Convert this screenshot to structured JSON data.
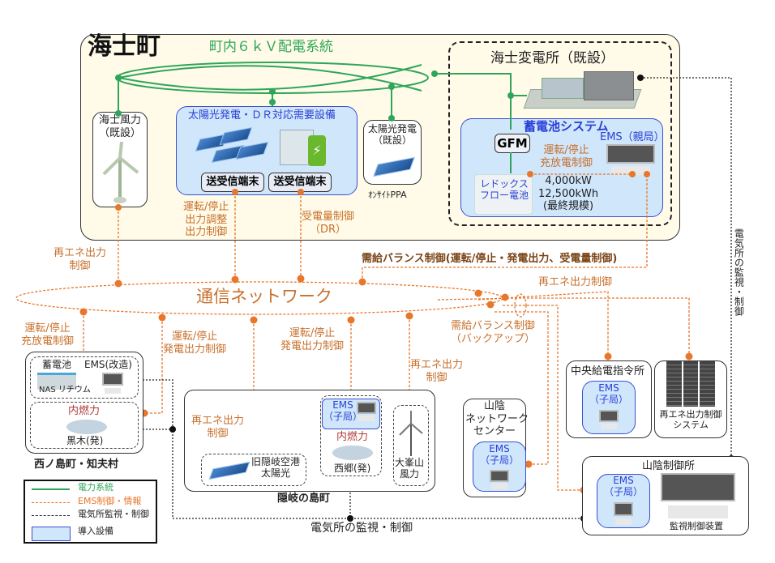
{
  "title": "海士町",
  "grid": {
    "label": "町内６ｋＶ配電系統"
  },
  "substation": {
    "label": "海士変電所（既設）"
  },
  "battery_system": {
    "title": "蓄電池システム",
    "gfm": "GFM",
    "ems_label": "EMS（親局）",
    "control_line1": "運転/停止",
    "control_line2": "充放電制御",
    "battery_line1": "レドックス",
    "battery_line2": "フロー電池",
    "capacity_kw": "4,000kW",
    "capacity_kwh": "12,500kWh",
    "scale_note": "(最終規模)"
  },
  "ama_wind": {
    "line1": "海士風力",
    "line2": "（既設）"
  },
  "solar_dr": {
    "title": "太陽光発電・ＤＲ対応需要設備",
    "terminal1": "送受信端末",
    "terminal2": "送受信端末",
    "ctrl1_line1": "運転/停止",
    "ctrl1_line2": "出力調整",
    "ctrl1_line3": "出力制御",
    "ctrl2_line1": "受電量制御",
    "ctrl2_line2": "（DR）"
  },
  "existing_solar": {
    "line1": "太陽光発電",
    "line2": "（既設）",
    "note": "ｵﾝｻｲﾄPPA"
  },
  "network": {
    "label": "通信ネットワーク"
  },
  "labels": {
    "renew_ctrl_left_1": "再エネ出力",
    "renew_ctrl_left_2": "制御",
    "balance_main": "需給バランス制御(運転/停止・発電出力、受電量制御)",
    "renew_ctrl_right": "再エネ出力制御",
    "nishinoshima_ctrl_1": "運転/停止",
    "nishinoshima_ctrl_2": "充放電制御",
    "gen_ctrl_a_1": "運転/停止",
    "gen_ctrl_a_2": "発電出力制御",
    "gen_ctrl_b_1": "運転/停止",
    "gen_ctrl_b_2": "発電出力制御",
    "renew_ctrl_mid_1": "再エネ出力",
    "renew_ctrl_mid_2": "制御",
    "balance_backup_1": "需給バランス制御",
    "balance_backup_2": "（バックアップ）",
    "renew_ctrl_okinoshima_1": "再エネ出力",
    "renew_ctrl_okinoshima_2": "制御",
    "substation_monitor_vertical": "電気所の監視・制御",
    "substation_monitor_bottom": "電気所の監視・制御"
  },
  "nishinoshima": {
    "town": "西ノ島町・知夫村",
    "battery": "蓄電池",
    "battery_types": "NAS リチウム",
    "ems": "EMS(改造)",
    "combustion": "内燃力",
    "plant": "黒木(発)"
  },
  "okinoshima": {
    "town": "隠岐の島町",
    "solar_line1": "旧隠岐空港",
    "solar_line2": "太陽光",
    "ems_line1": "EMS",
    "ems_line2": "（子局）",
    "combustion": "内燃力",
    "plant": "西郷(発)",
    "wind_line1": "大峯山",
    "wind_line2": "風力"
  },
  "sanin_network": {
    "line1": "山陰",
    "line2": "ネットワーク",
    "line3": "センター",
    "ems_line1": "EMS",
    "ems_line2": "（子局）"
  },
  "central_dispatch": {
    "title": "中央給電指令所",
    "ems_line1": "EMS",
    "ems_line2": "（子局）"
  },
  "renew_control_system": {
    "line1": "再エネ出力制御",
    "line2": "システム"
  },
  "sanin_control": {
    "title": "山陰制御所",
    "ems_line1": "EMS",
    "ems_line2": "（子局）",
    "device": "監視制御装置"
  },
  "legend": {
    "items": [
      {
        "label": "電力系統",
        "color": "#2ea65a"
      },
      {
        "label": "EMS制御・情報",
        "color": "#e8762b"
      },
      {
        "label": "電気所監視・制御",
        "color": "#222222"
      },
      {
        "label": "導入設備",
        "color": "#cfe6fb"
      }
    ]
  },
  "colors": {
    "power": "#2ea65a",
    "ems": "#e8762b",
    "monitor": "#222222",
    "installed": "#cfe6fb",
    "town_bg": "#fffbe8"
  }
}
